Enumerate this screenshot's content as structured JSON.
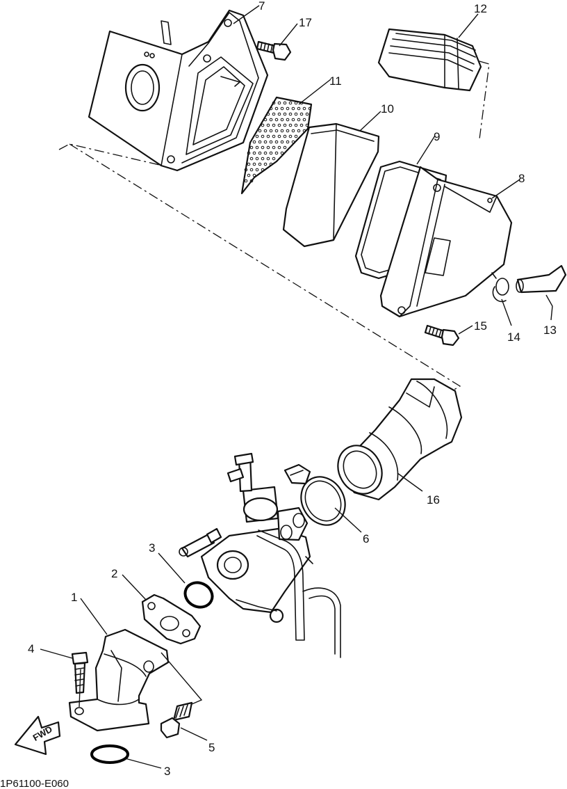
{
  "callouts": {
    "c1": "1",
    "c2": "2",
    "c3a": "3",
    "c3b": "3",
    "c4": "4",
    "c5": "5",
    "c6": "6",
    "c7": "7",
    "c8": "8",
    "c9": "9",
    "c10": "10",
    "c11": "11",
    "c12": "12",
    "c13": "13",
    "c14": "14",
    "c15": "15",
    "c16": "16",
    "c17": "17"
  },
  "fwd_label": "FWD",
  "diagram_code": "1P61100-E060"
}
